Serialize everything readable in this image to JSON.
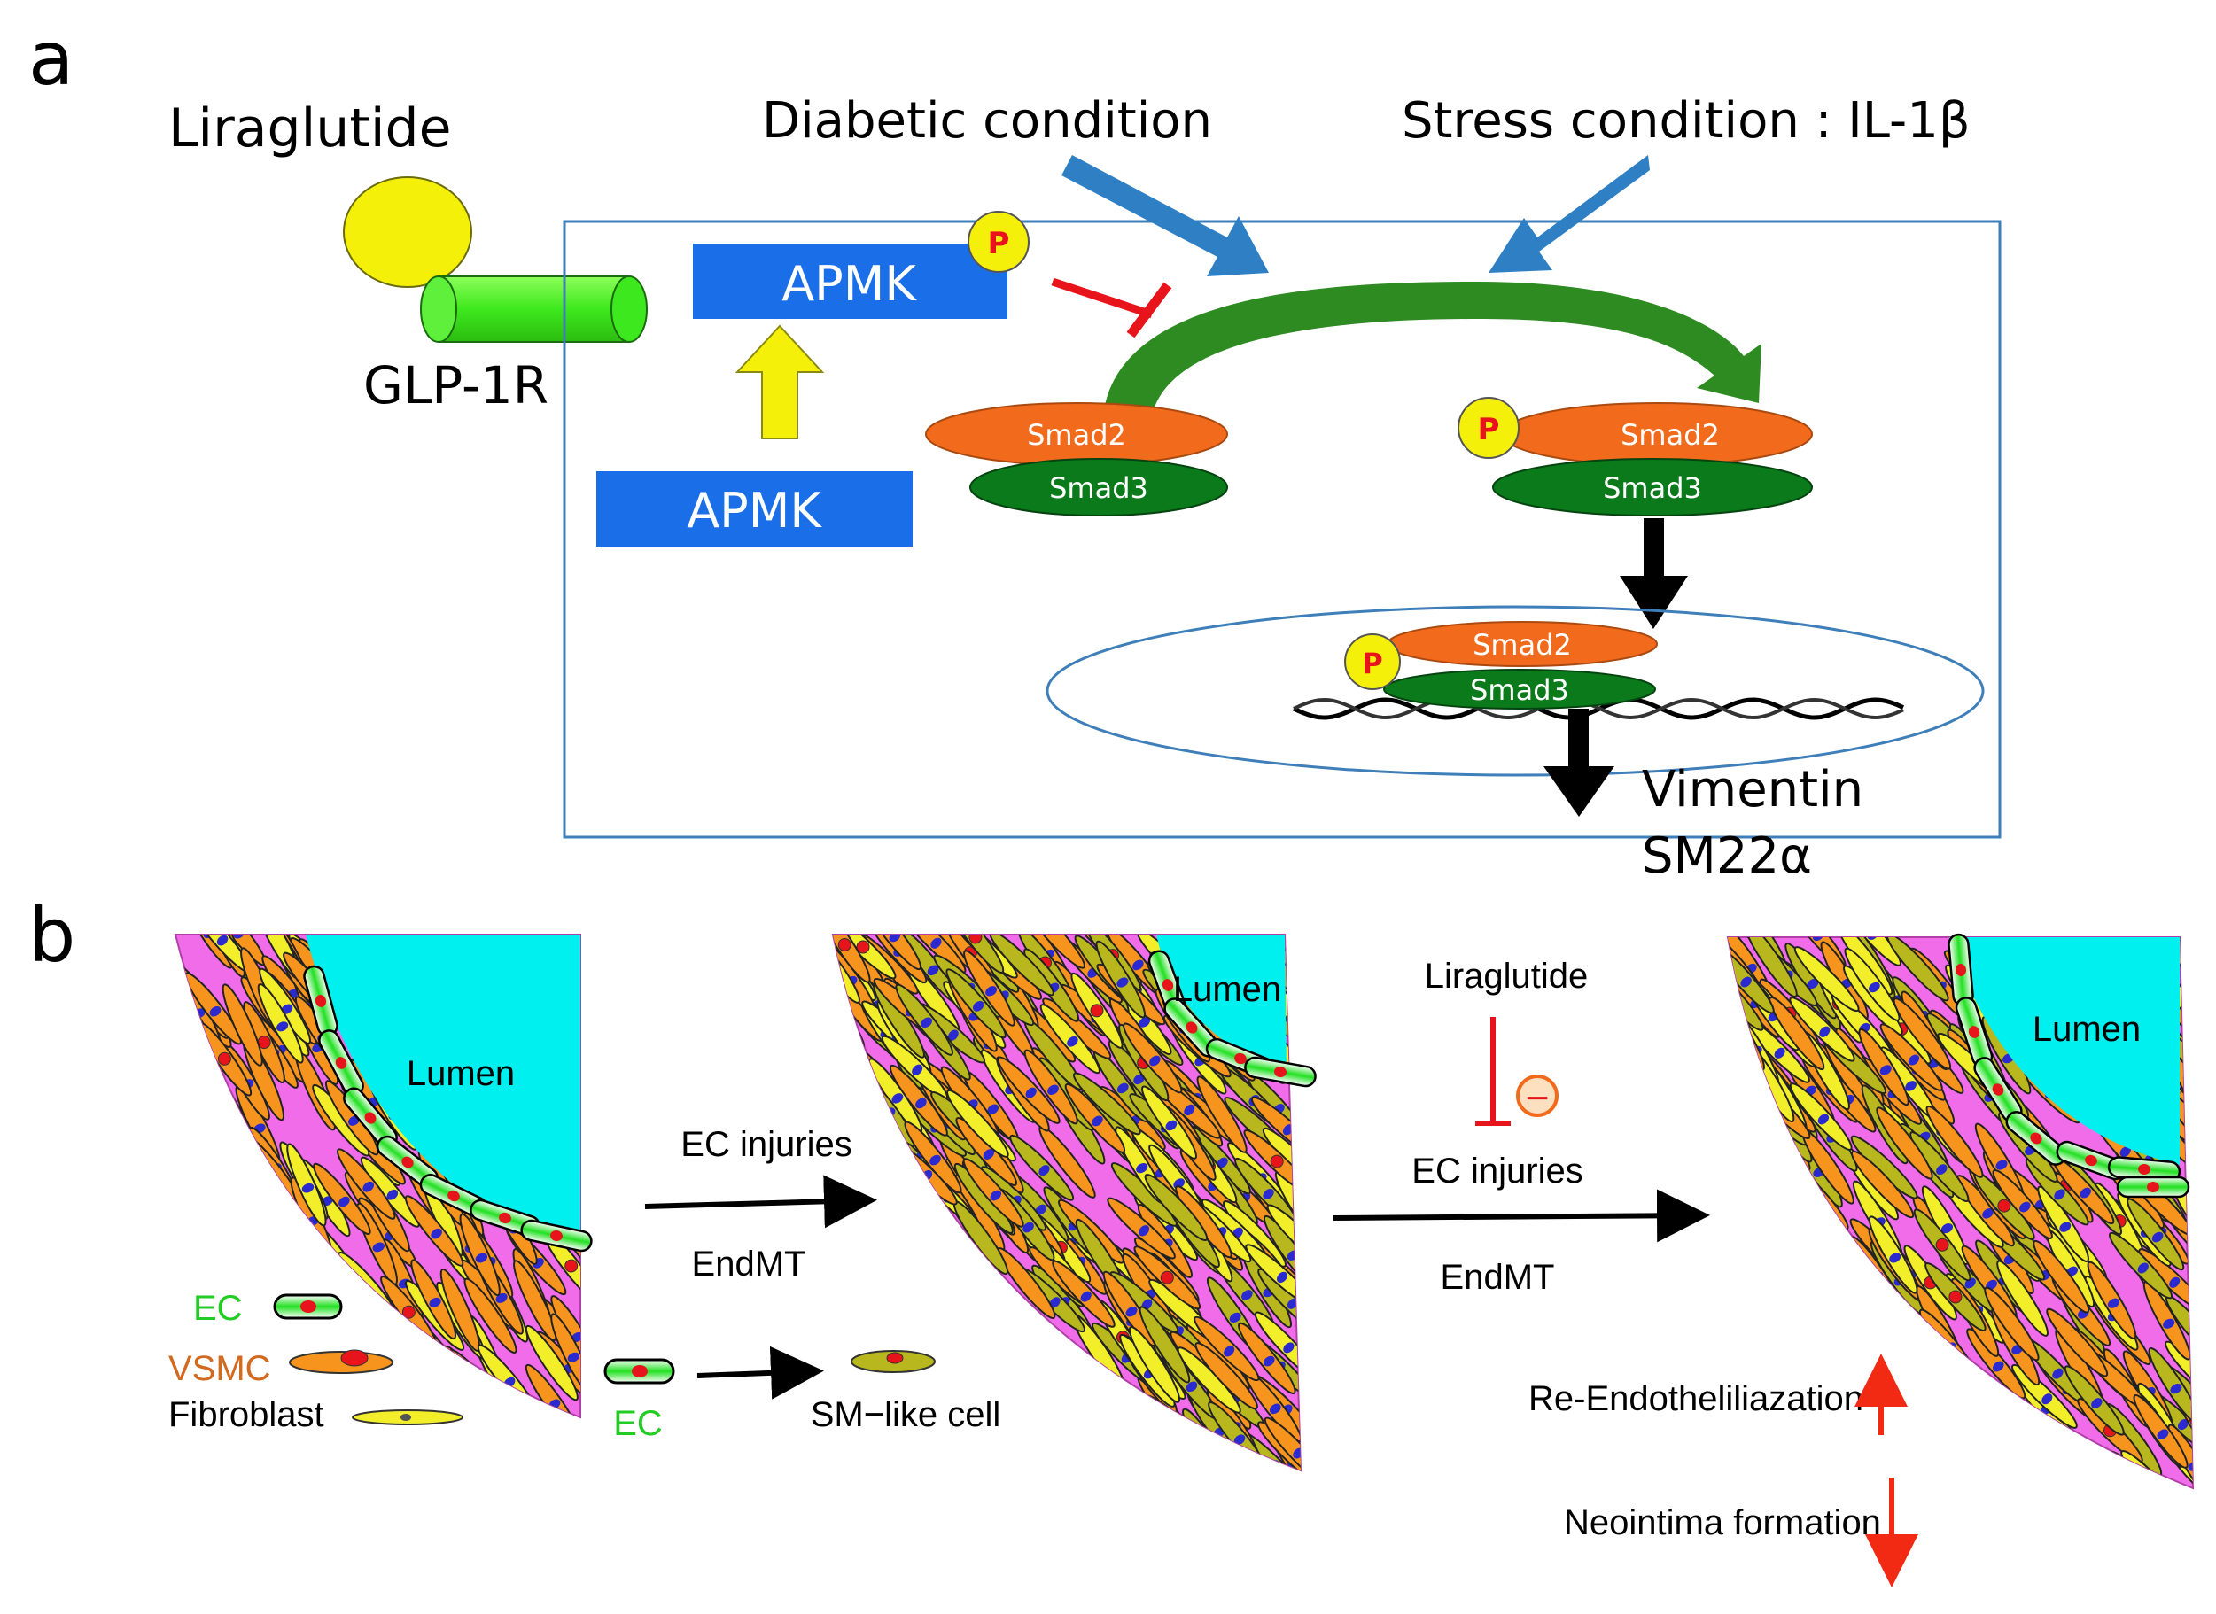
{
  "panel_a": {
    "label": "a",
    "liraglutide": "Liraglutide",
    "receptor": "GLP-1R",
    "apmk_active": "APMK",
    "apmk_inactive": "APMK",
    "phospho": "P",
    "diabetic": "Diabetic condition",
    "stress": "Stress condition : IL-1β",
    "smad2": "Smad2",
    "smad3": "Smad3",
    "out_vimentin": "Vimentin",
    "out_sm22": "SM22α"
  },
  "panel_b": {
    "label": "b",
    "lumen": "Lumen",
    "ec_injuries": "EC injuries",
    "endmt": "EndMT",
    "liraglutide": "Liraglutide",
    "inhibit_symbol": "−",
    "legend_ec": "EC",
    "legend_vsmc": "VSMC",
    "legend_fibroblast": "Fibroblast",
    "transition_ec": "EC",
    "sm_like": "SM−like cell",
    "reendo": "Re-Endotheliliazation",
    "neointima": "Neointima formation"
  },
  "colors": {
    "apmk_blue": "#1a6fe8",
    "smad2_orange": "#f26a1b",
    "smad3_green": "#0a7a1a",
    "pathway_green": "#2e8b22",
    "arrow_blue": "#2f7fc4",
    "inhibit_red": "#e8141b",
    "phospho_yellow": "#f5f00a",
    "lumen_cyan": "#00f0f0",
    "tissue_magenta": "#f06ce8",
    "vsmc_orange": "#f7941d",
    "fibroblast_yellow": "#f2ee2a",
    "ec_green": "#22e022",
    "smlike_olive": "#b8b81e"
  }
}
